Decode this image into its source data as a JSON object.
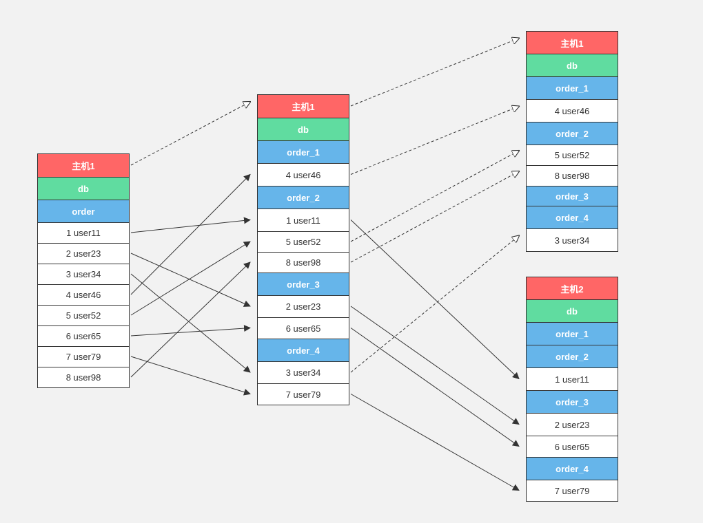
{
  "colors": {
    "background": "#f2f2f2",
    "host_header": "#ff6666",
    "db_header": "#60dca0",
    "table_header": "#66b5ea",
    "data_row": "#ffffff",
    "line": "#333333"
  },
  "tables": [
    {
      "id": "t0",
      "cells": [
        {
          "kind": "host",
          "text": "主机1"
        },
        {
          "kind": "db",
          "text": "db"
        },
        {
          "kind": "order",
          "text": "order"
        },
        {
          "kind": "row",
          "text": "1 user11"
        },
        {
          "kind": "row",
          "text": "2 user23"
        },
        {
          "kind": "row",
          "text": "3 user34"
        },
        {
          "kind": "row",
          "text": "4 user46"
        },
        {
          "kind": "row",
          "text": "5 user52"
        },
        {
          "kind": "row",
          "text": "6 user65"
        },
        {
          "kind": "row",
          "text": "7 user79"
        },
        {
          "kind": "row",
          "text": "8 user98"
        }
      ]
    },
    {
      "id": "t1",
      "cells": [
        {
          "kind": "host",
          "text": "主机1"
        },
        {
          "kind": "db",
          "text": "db"
        },
        {
          "kind": "order",
          "text": "order_1"
        },
        {
          "kind": "row",
          "text": "4 user46"
        },
        {
          "kind": "order",
          "text": "order_2"
        },
        {
          "kind": "row",
          "text": "1 user11"
        },
        {
          "kind": "row",
          "text": "5 user52"
        },
        {
          "kind": "row",
          "text": "8 user98"
        },
        {
          "kind": "order",
          "text": "order_3"
        },
        {
          "kind": "row",
          "text": "2 user23"
        },
        {
          "kind": "row",
          "text": "6 user65"
        },
        {
          "kind": "order",
          "text": "order_4"
        },
        {
          "kind": "row",
          "text": "3 user34"
        },
        {
          "kind": "row",
          "text": "7 user79"
        }
      ]
    },
    {
      "id": "t2",
      "cells": [
        {
          "kind": "host",
          "text": "主机1"
        },
        {
          "kind": "db",
          "text": "db"
        },
        {
          "kind": "order",
          "text": "order_1"
        },
        {
          "kind": "row",
          "text": "4 user46"
        },
        {
          "kind": "order",
          "text": "order_2"
        },
        {
          "kind": "row",
          "text": "5 user52"
        },
        {
          "kind": "row",
          "text": "8 user98"
        },
        {
          "kind": "order",
          "text": "order_3"
        },
        {
          "kind": "order",
          "text": "order_4"
        },
        {
          "kind": "row",
          "text": "3 user34"
        }
      ]
    },
    {
      "id": "t3",
      "cells": [
        {
          "kind": "host",
          "text": "主机2"
        },
        {
          "kind": "db",
          "text": "db"
        },
        {
          "kind": "order",
          "text": "order_1"
        },
        {
          "kind": "order",
          "text": "order_2"
        },
        {
          "kind": "row",
          "text": "1 user11"
        },
        {
          "kind": "order",
          "text": "order_3"
        },
        {
          "kind": "row",
          "text": "2 user23"
        },
        {
          "kind": "row",
          "text": "6 user65"
        },
        {
          "kind": "order",
          "text": "order_4"
        },
        {
          "kind": "row",
          "text": "7 user79"
        }
      ]
    }
  ],
  "connections": [
    {
      "from": "t0",
      "fromCell": 0,
      "to": "t1",
      "toCell": 0,
      "style": "dashed"
    },
    {
      "from": "t0",
      "fromCell": 3,
      "to": "t1",
      "toCell": 5,
      "style": "solid"
    },
    {
      "from": "t0",
      "fromCell": 4,
      "to": "t1",
      "toCell": 9,
      "style": "solid"
    },
    {
      "from": "t0",
      "fromCell": 5,
      "to": "t1",
      "toCell": 12,
      "style": "solid"
    },
    {
      "from": "t0",
      "fromCell": 6,
      "to": "t1",
      "toCell": 3,
      "style": "solid"
    },
    {
      "from": "t0",
      "fromCell": 7,
      "to": "t1",
      "toCell": 6,
      "style": "solid"
    },
    {
      "from": "t0",
      "fromCell": 8,
      "to": "t1",
      "toCell": 10,
      "style": "solid"
    },
    {
      "from": "t0",
      "fromCell": 9,
      "to": "t1",
      "toCell": 13,
      "style": "solid"
    },
    {
      "from": "t0",
      "fromCell": 10,
      "to": "t1",
      "toCell": 7,
      "style": "solid"
    },
    {
      "from": "t1",
      "fromCell": 0,
      "to": "t2",
      "toCell": 0,
      "style": "dashed"
    },
    {
      "from": "t1",
      "fromCell": 3,
      "to": "t2",
      "toCell": 3,
      "style": "dashed"
    },
    {
      "from": "t1",
      "fromCell": 6,
      "to": "t2",
      "toCell": 5,
      "style": "dashed"
    },
    {
      "from": "t1",
      "fromCell": 7,
      "to": "t2",
      "toCell": 6,
      "style": "dashed"
    },
    {
      "from": "t1",
      "fromCell": 12,
      "to": "t2",
      "toCell": 9,
      "style": "dashed"
    },
    {
      "from": "t1",
      "fromCell": 5,
      "to": "t3",
      "toCell": 4,
      "style": "solid"
    },
    {
      "from": "t1",
      "fromCell": 9,
      "to": "t3",
      "toCell": 6,
      "style": "solid"
    },
    {
      "from": "t1",
      "fromCell": 10,
      "to": "t3",
      "toCell": 7,
      "style": "solid"
    },
    {
      "from": "t1",
      "fromCell": 13,
      "to": "t3",
      "toCell": 9,
      "style": "solid"
    }
  ]
}
